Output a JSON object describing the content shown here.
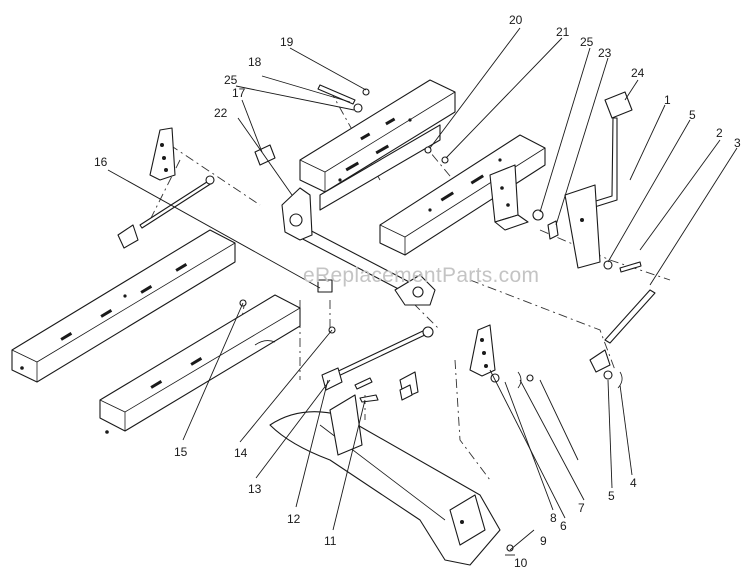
{
  "watermark": "eReplacementParts.com",
  "callouts": {
    "c1": "1",
    "c2": "2",
    "c3": "3",
    "c4": "4",
    "c5a": "5",
    "c5b": "5",
    "c6": "6",
    "c7": "7",
    "c8": "8",
    "c9": "9",
    "c10": "10",
    "c11": "11",
    "c12": "12",
    "c13": "13",
    "c14": "14",
    "c15": "15",
    "c16": "16",
    "c17": "17",
    "c18": "18",
    "c19": "19",
    "c20": "20",
    "c21": "21",
    "c22": "22",
    "c23": "23",
    "c24": "24",
    "c25a": "25",
    "c25b": "25"
  }
}
